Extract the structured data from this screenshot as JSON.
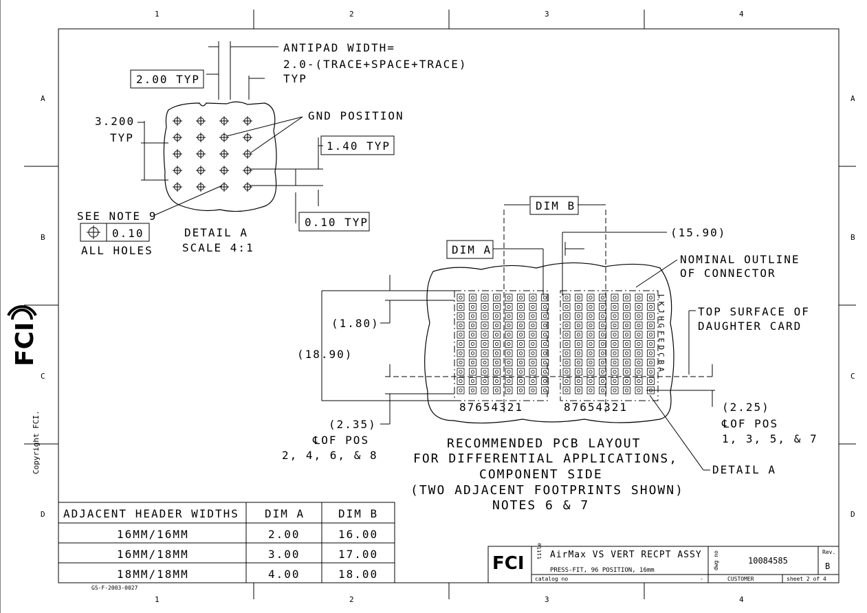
{
  "zones": {
    "cols": [
      "1",
      "2",
      "3",
      "4"
    ],
    "rows": [
      "A",
      "B",
      "C",
      "D"
    ]
  },
  "logo": {
    "text": "FCI"
  },
  "copyright": "Copyright FCI.",
  "detail_a": {
    "typ_200": "2.00 TYP",
    "antipad_1": "ANTIPAD WIDTH=",
    "antipad_2": "2.0-(TRACE+SPACE+TRACE)",
    "antipad_3": "TYP",
    "d3200": "3.200",
    "typ": "TYP",
    "gnd": "GND POSITION",
    "typ_140": "1.40 TYP",
    "typ_010": "0.10 TYP",
    "note9": "SEE NOTE 9",
    "tol": "0.10",
    "all_holes": "ALL HOLES",
    "title": "DETAIL  A",
    "scale": "SCALE  4:1"
  },
  "pcb": {
    "dim_b": "DIM B",
    "dim_a": "DIM A",
    "d1590": "(15.90)",
    "nominal_1": "NOMINAL OUTLINE",
    "nominal_2": "OF CONNECTOR",
    "top_surface_1": "TOP SURFACE OF",
    "top_surface_2": "DAUGHTER CARD",
    "d180": "(1.80)",
    "d1890": "(18.90)",
    "d235": "(2.35)",
    "cl_left_1": "℄OF POS",
    "cl_left_2": "2, 4, 6, & 8",
    "d225": "(2.25)",
    "cl_right_1": "℄OF POS",
    "cl_right_2": "1, 3, 5, & 7",
    "detail_a": "DETAIL  A",
    "cols_left": "87654321",
    "cols_right": "87654321",
    "rows": "LKJHGFEDCBA",
    "caption": [
      "RECOMMENDED PCB LAYOUT",
      "FOR DIFFERENTIAL APPLICATIONS,",
      "COMPONENT SIDE",
      "(TWO ADJACENT FOOTPRINTS SHOWN)",
      "NOTES 6 & 7"
    ]
  },
  "table": {
    "headers": [
      "ADJACENT HEADER WIDTHS",
      "DIM A",
      "DIM B"
    ],
    "rows": [
      [
        "16MM/16MM",
        "2.00",
        "16.00"
      ],
      [
        "16MM/18MM",
        "3.00",
        "17.00"
      ],
      [
        "18MM/18MM",
        "4.00",
        "18.00"
      ]
    ]
  },
  "title_block": {
    "title_label": "title",
    "title": "AirMax VS VERT RECPT ASSY",
    "subtitle": "PRESS-FIT, 96 POSITION, 16mm",
    "catalog_label": "catalog no",
    "dash": "-",
    "dwg_label": "dwg no",
    "dwg_no": "10084585",
    "rev_label": "Rev.",
    "rev": "B",
    "customer": "CUSTOMER",
    "sheet": "sheet 2 of 4"
  },
  "form_no": "GS-F-2003-0027"
}
